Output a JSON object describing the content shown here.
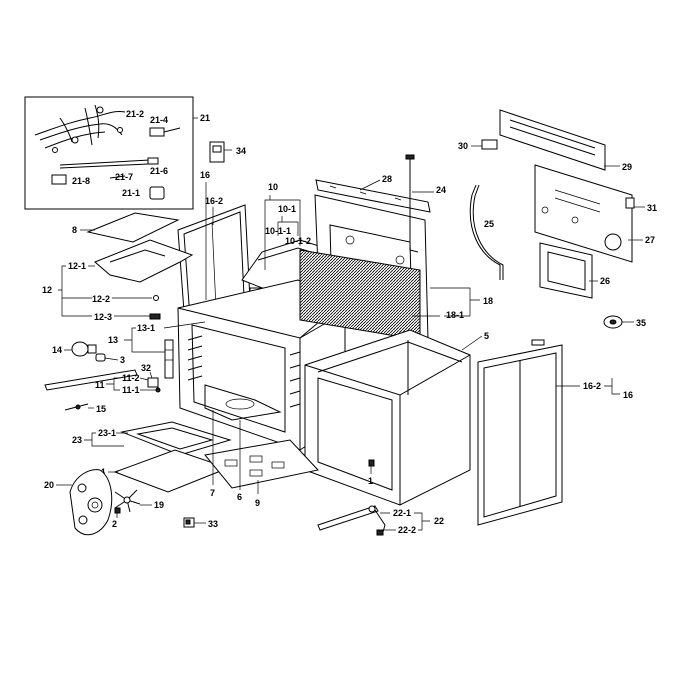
{
  "labels": {
    "l21_2": "21-2",
    "l21_4": "21-4",
    "l21": "21",
    "l21_6": "21-6",
    "l21_7": "21-7",
    "l21_8": "21-8",
    "l21_1": "21-1",
    "l34": "34",
    "l16a": "16",
    "l16_2a": "16-2",
    "l10": "10",
    "l10_1": "10-1",
    "l10_1_1": "10-1-1",
    "l10_1_2": "10-1-2",
    "l28": "28",
    "l24": "24",
    "l25": "25",
    "l30": "30",
    "l29": "29",
    "l31": "31",
    "l27": "27",
    "l26": "26",
    "l35": "35",
    "l8": "8",
    "l12": "12",
    "l12_1": "12-1",
    "l12_2": "12-2",
    "l12_3": "12-3",
    "l18": "18",
    "l18_1": "18-1",
    "l13": "13",
    "l13_1": "13-1",
    "l14": "14",
    "l3": "3",
    "l5": "5",
    "l32": "32",
    "l11": "11",
    "l11_2": "11-2",
    "l11_1": "11-1",
    "l15": "15",
    "l16_2b": "16-2",
    "l16b": "16",
    "l23": "23",
    "l23_1": "23-1",
    "l4": "4",
    "l7": "7",
    "l6": "6",
    "l9": "9",
    "l1": "1",
    "l20": "20",
    "l19": "19",
    "l2": "2",
    "l33": "33",
    "l22_1": "22-1",
    "l22": "22",
    "l22_2": "22-2"
  }
}
